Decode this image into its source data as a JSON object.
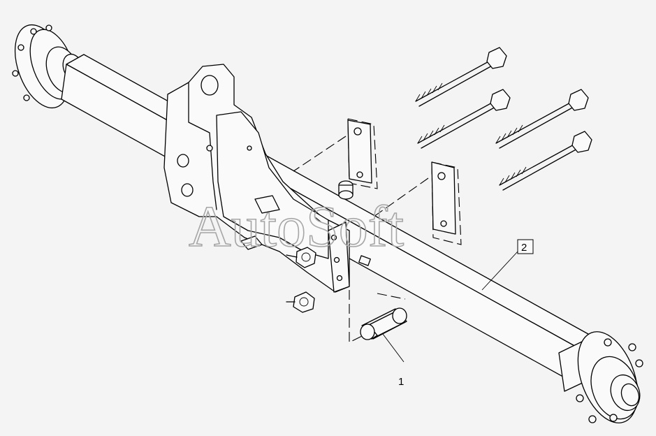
{
  "watermark": "AutoSoft",
  "callouts": {
    "part_1": "1",
    "part_2": "2"
  }
}
